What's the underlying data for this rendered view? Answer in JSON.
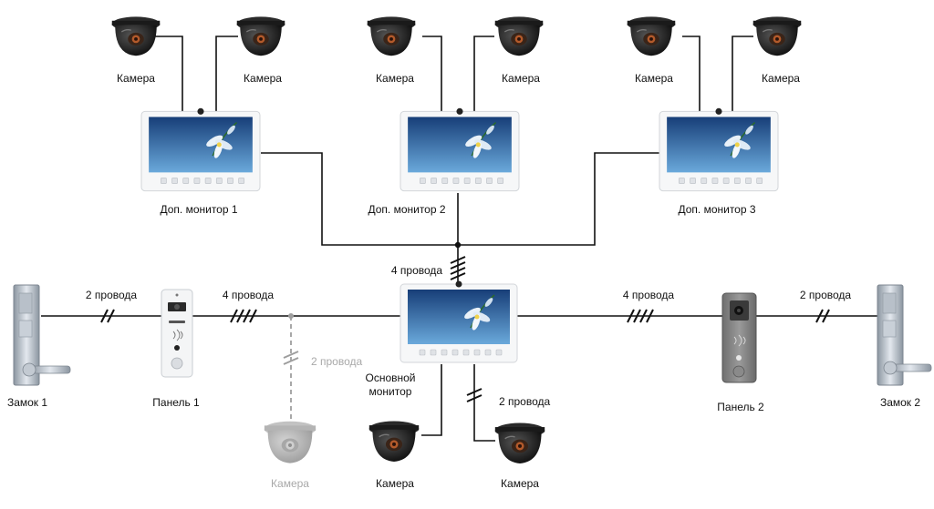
{
  "labels": {
    "camera": "Камера",
    "aux_monitor_1": "Доп. монитор 1",
    "aux_monitor_2": "Доп. монитор 2",
    "aux_monitor_3": "Доп. монитор 3",
    "main_monitor_line1": "Основной",
    "main_monitor_line2": "монитор",
    "panel_1": "Панель 1",
    "panel_2": "Панель 2",
    "lock_1": "Замок 1",
    "lock_2": "Замок 2",
    "wires_2": "2 провода",
    "wires_4": "4 провода"
  },
  "colors": {
    "line": "#111111",
    "optional_line": "#9e9e9e",
    "screen_top": "#1c4a86",
    "screen_bottom": "#5f9fd4",
    "monitor_frame": "#f4f5f6",
    "camera_body": "#1c1c1c"
  }
}
